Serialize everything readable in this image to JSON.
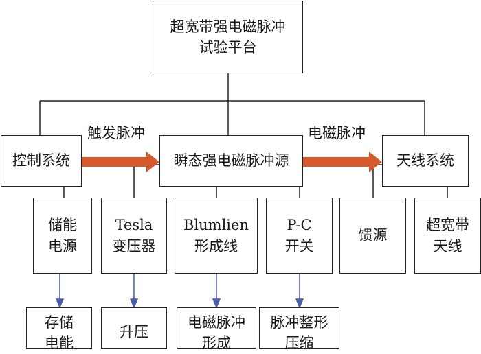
{
  "root": {
    "lines": [
      "超宽带强电磁脉冲",
      "试验平台"
    ]
  },
  "level2": {
    "control": {
      "lines": [
        "控制系统"
      ]
    },
    "source": {
      "lines": [
        "瞬态强电磁脉冲源"
      ]
    },
    "antenna": {
      "lines": [
        "天线系统"
      ]
    }
  },
  "arrow_labels": {
    "trigger": "触发脉冲",
    "em_pulse": "电磁脉冲"
  },
  "level3": [
    {
      "lines": [
        "储能",
        "电源"
      ]
    },
    {
      "lines": [
        "Tesla",
        "变压器"
      ]
    },
    {
      "lines": [
        "Blumlien",
        "形成线"
      ]
    },
    {
      "lines": [
        "P-C",
        "开关"
      ]
    },
    {
      "lines": [
        "馈源"
      ]
    },
    {
      "lines": [
        "超宽带",
        "天线"
      ]
    }
  ],
  "level4": [
    {
      "lines": [
        "存储",
        "电能"
      ]
    },
    {
      "lines": [
        "升压"
      ]
    },
    {
      "lines": [
        "电磁脉冲",
        "形成"
      ]
    },
    {
      "lines": [
        "脉冲整形",
        "压缩"
      ]
    }
  ],
  "colors": {
    "flow_arrow": "#d65a2c",
    "down_arrow": "#4a5ea8",
    "line": "#222222"
  }
}
